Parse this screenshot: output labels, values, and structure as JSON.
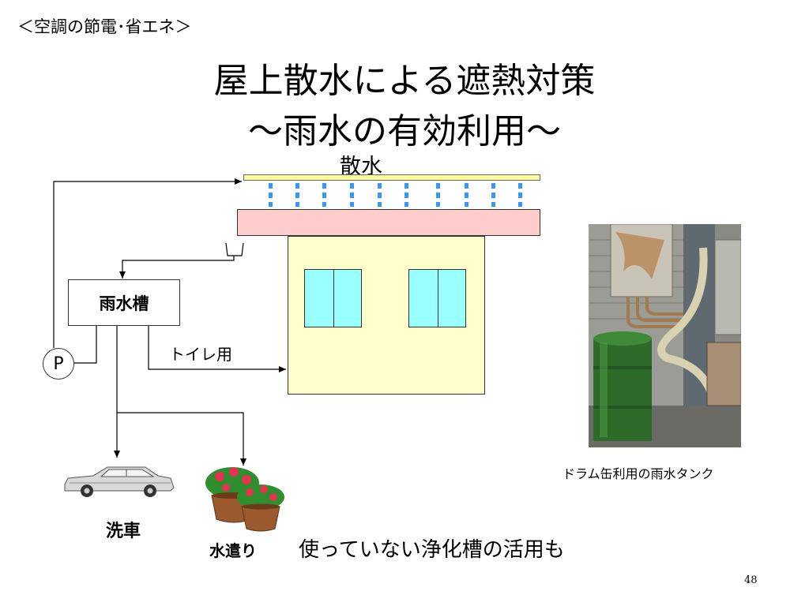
{
  "header": {
    "section": "＜空調の節電･省エネ＞"
  },
  "title": {
    "line1": "屋上散水による遮熱対策",
    "line2": "～雨水の有効利用～"
  },
  "diagram": {
    "watering_label": "散水",
    "tank_label": "雨水槽",
    "pump_label": "P",
    "toilet_label": "トイレ用",
    "car_wash_label": "洗車",
    "garden_label": "水遣り"
  },
  "note": "使っていない浄化槽の活用も",
  "photo": {
    "caption": "ドラム缶利用の雨水タンク"
  },
  "page_number": "48",
  "colors": {
    "pipe": "#ffff99",
    "roof": "#ffcccc",
    "building": "#ffffcc",
    "window": "#99ffff",
    "water_drops": "#3399ff",
    "drum": "#2e6b2a"
  },
  "icons": [
    "car-icon",
    "flower-pot-icon",
    "pump-icon"
  ]
}
